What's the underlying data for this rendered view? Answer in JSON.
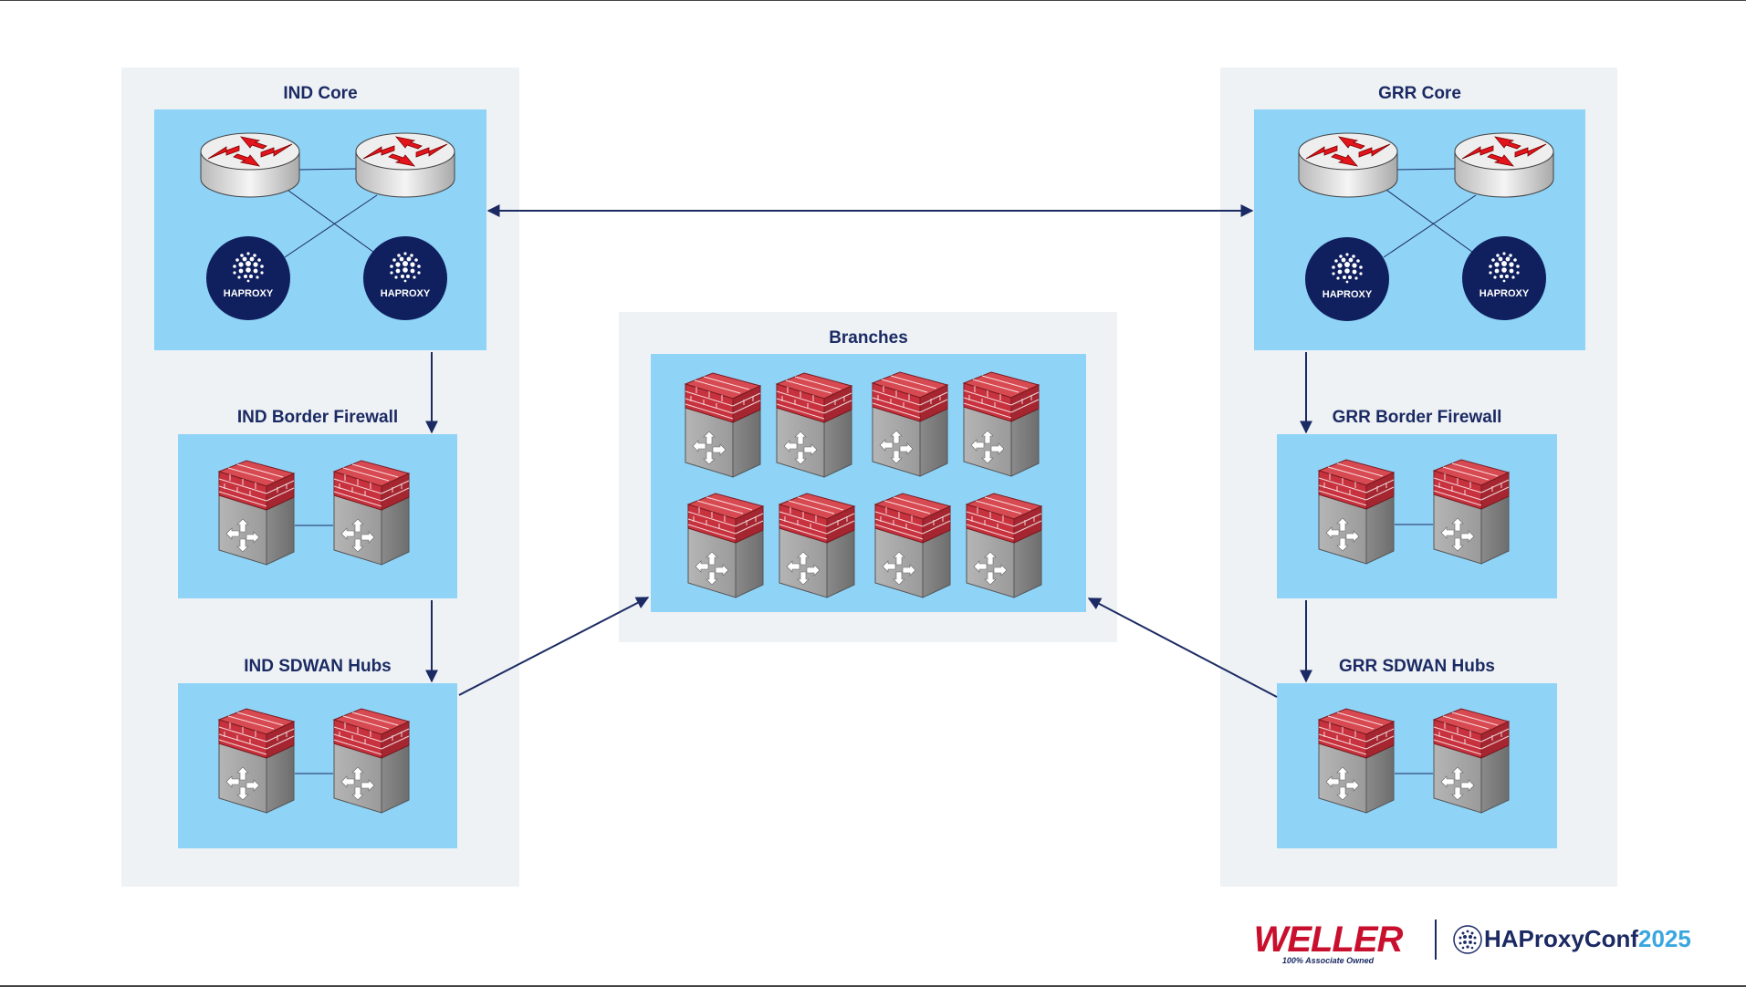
{
  "colors": {
    "panel_bg": "#eef2f5",
    "zone_bg": "#8fd3f7",
    "title": "#1b2a63",
    "connector": "#1b2a63",
    "haproxy_badge": "#10205e",
    "firewall_brick": "#c8323e",
    "router_arrow": "#e3141b",
    "weller_red": "#c8102e",
    "conf_blue": "#3aa6e0"
  },
  "icons": {
    "router": "router-icon",
    "firewall": "firewall-icon",
    "haproxy": "haproxy-icon"
  },
  "zones": {
    "ind_core": {
      "title": "IND Core",
      "routers": 2,
      "haproxy_labels": [
        "HAPROXY",
        "HAPROXY"
      ]
    },
    "ind_border_firewall": {
      "title": "IND Border Firewall",
      "firewalls": 2
    },
    "ind_sdwan_hubs": {
      "title": "IND SDWAN Hubs",
      "firewalls": 2
    },
    "branches": {
      "title": "Branches",
      "firewalls": 8
    },
    "grr_core": {
      "title": "GRR Core",
      "routers": 2,
      "haproxy_labels": [
        "HAPROXY",
        "HAPROXY"
      ]
    },
    "grr_border_firewall": {
      "title": "GRR Border Firewall",
      "firewalls": 2
    },
    "grr_sdwan_hubs": {
      "title": "GRR SDWAN Hubs",
      "firewalls": 2
    }
  },
  "footer": {
    "weller": {
      "name": "WELLER",
      "tagline": "100% Associate Owned"
    },
    "conference": {
      "name": "HAProxyConf",
      "year": "2025"
    }
  }
}
